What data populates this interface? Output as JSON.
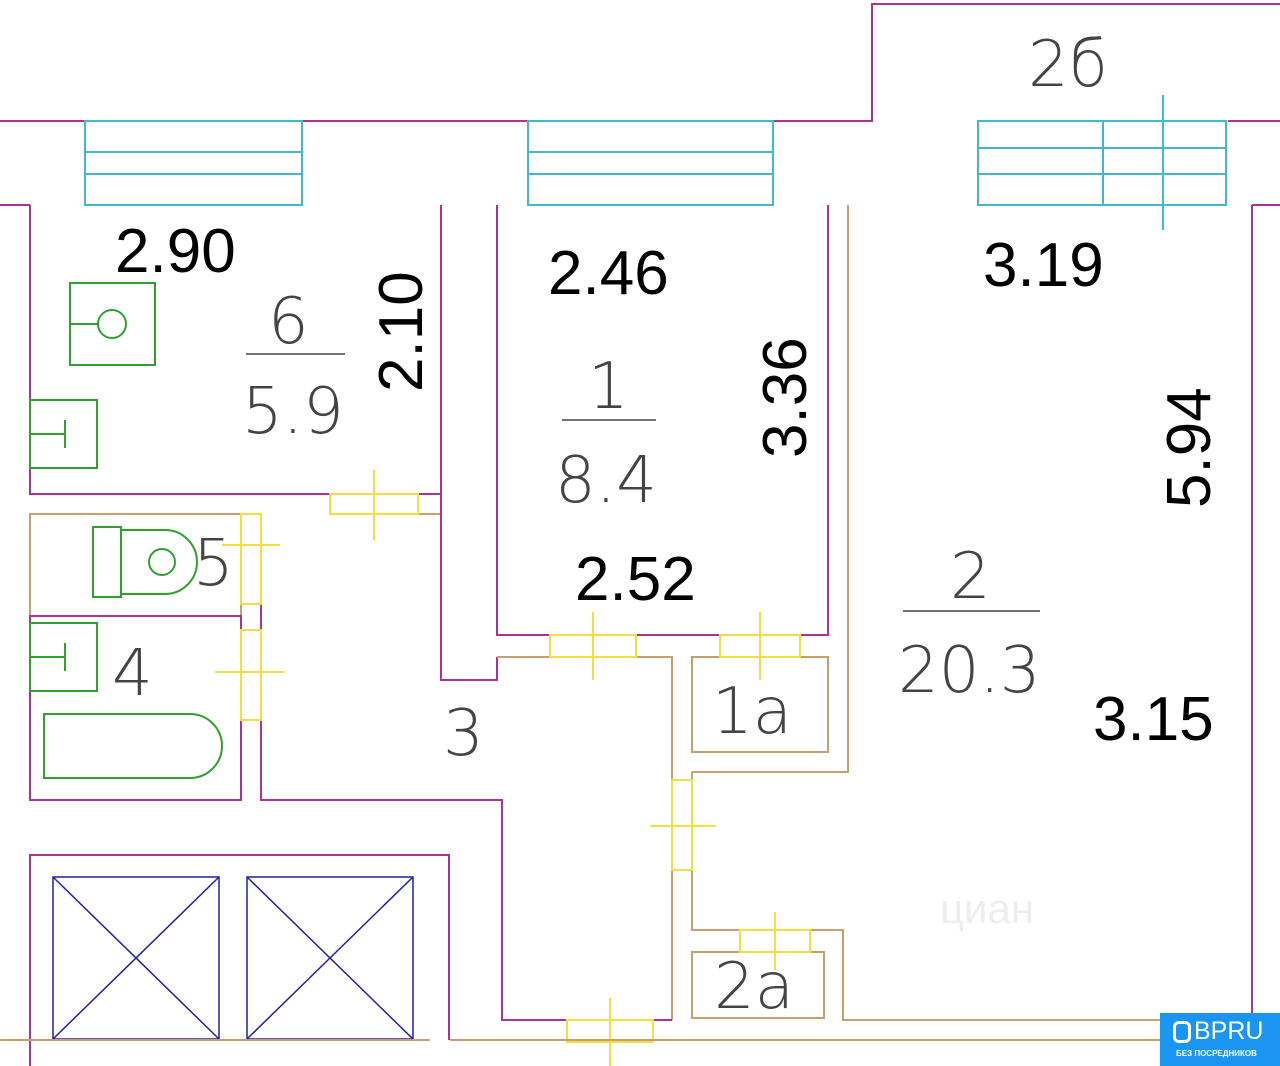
{
  "plan": {
    "balcony_label": "2б",
    "kitchen": {
      "width": "2.90",
      "depth": "2.10",
      "number": "6",
      "area": "5.9"
    },
    "room1": {
      "width": "2.46",
      "depth": "3.36",
      "bottom": "2.52",
      "number": "1",
      "area": "8.4"
    },
    "room2": {
      "width": "3.19",
      "depth": "5.94",
      "side": "3.15",
      "number": "2",
      "area": "20.3"
    },
    "toilet_number": "5",
    "bath_number": "4",
    "hall_number": "3",
    "closet1_label": "1а",
    "closet2_label": "2а"
  },
  "watermark": "циан",
  "logo": {
    "name": "BPRU",
    "tagline": "БЕЗ ПОСРЕДНИКОВ",
    "color": "#1a96f0"
  }
}
